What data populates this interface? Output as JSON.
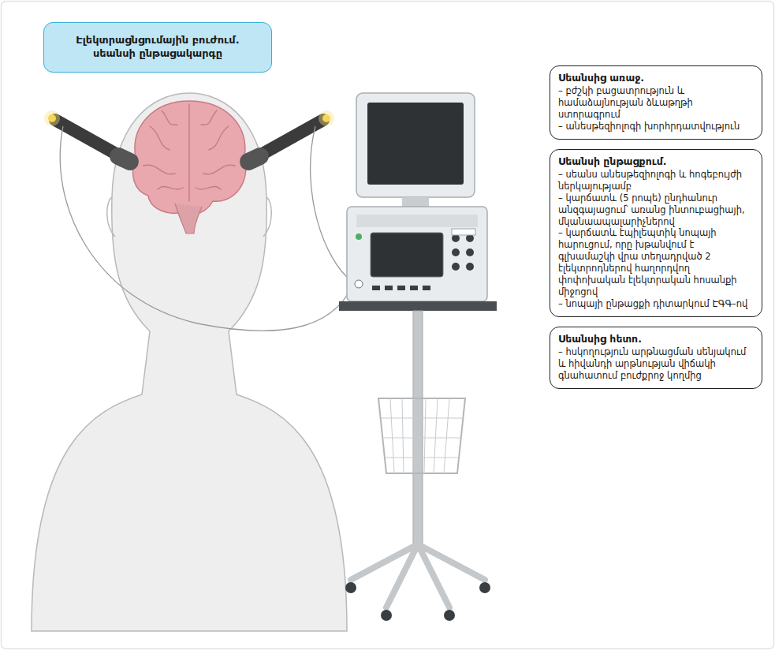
{
  "diagram": {
    "title": "Էլեկտրացնցումային բուժում. սեանսի ընթացակարգը",
    "nodes": [
      {
        "text": [
          "Սեանսից առաջ.",
          "– բժշկի բացատրություն և համաձայնության ձևաթղթի ստորագրում",
          "– անեսթեզիոլոգի խորհրդատվություն"
        ]
      },
      {
        "text": [
          "Սեանսի ընթացքում.",
          "– սեանս անեսթեզիոլոգի և հոգեբույժի ներկայությամբ",
          "– կարճատև (5 րոպե) ընդհանուր անզգայացում՝ առանց ինտուբացիայի, մկանաապալարիչներով",
          "– կարճատև էպիլեպտիկ նոպայի հարուցում, որը խթանվում է գլխամաշկի վրա տեղադրված 2 էլեկտրոդներով հաղորդվող փոփոխական էլեկտրական հոսանքի միջոցով",
          "– նոպայի ընթացքի դիտարկում ԷԳԳ–ով"
        ]
      },
      {
        "text": [
          "Սեանսից հետո.",
          "– հսկողություն արթնացման սենյակում և հիվանդի արթնության վիճակի գնահատում բուժքրոջ կողմից"
        ]
      }
    ]
  }
}
